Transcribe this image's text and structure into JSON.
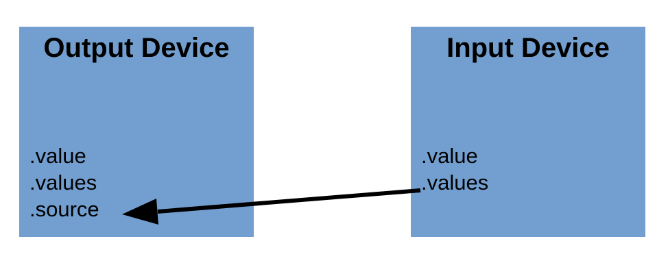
{
  "diagram": {
    "background": "#ffffff",
    "text_color": "#000000"
  },
  "boxes": [
    {
      "id": "output-device",
      "title": "Output Device",
      "fill": "#729FCF",
      "fields": [
        ".value",
        ".values",
        ".source"
      ]
    },
    {
      "id": "input-device",
      "title": "Input Device",
      "fill": "#729FCF",
      "fields": [
        ".value",
        ".values"
      ]
    }
  ],
  "arrow": {
    "color": "#000000",
    "from_box": "Input Device",
    "from_field": ".values",
    "to_box": "Output Device",
    "to_field": ".source"
  }
}
